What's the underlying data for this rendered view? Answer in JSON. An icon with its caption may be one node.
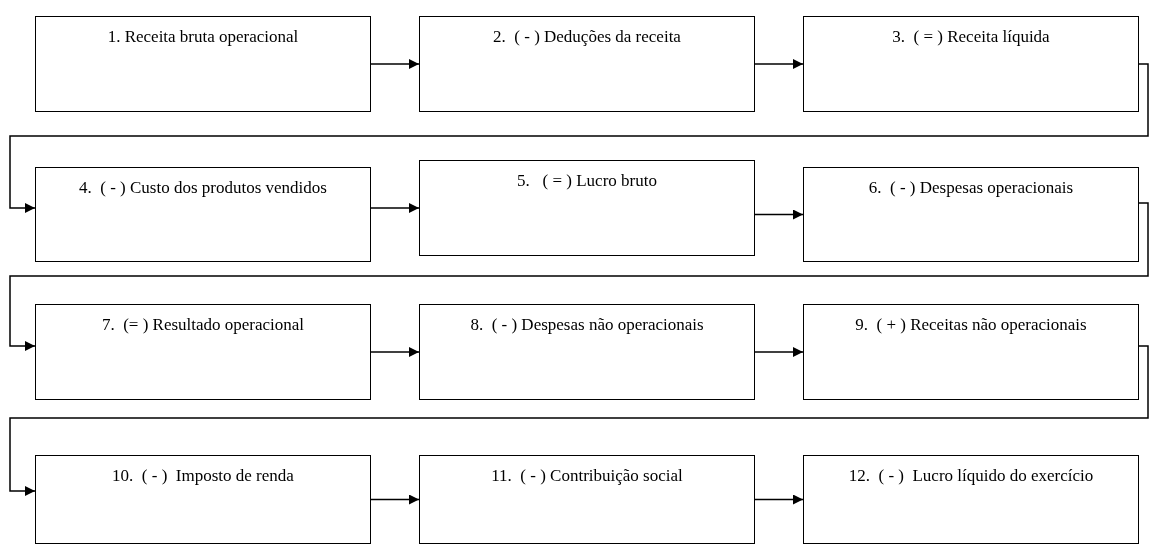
{
  "diagram": {
    "nodes": [
      {
        "text": [
          "1. Receita bruta operacional"
        ]
      },
      {
        "text": [
          "2.  ( - ) Deduções da receita"
        ]
      },
      {
        "text": [
          "3.  ( = ) Receita líquida"
        ]
      },
      {
        "text": [
          "4.  ( - ) Custo dos produtos vendidos"
        ]
      },
      {
        "text": [
          "5.   ( = ) Lucro bruto"
        ]
      },
      {
        "text": [
          "6.  ( - ) Despesas operacionais"
        ]
      },
      {
        "text": [
          "7.  (= ) Resultado operacional"
        ]
      },
      {
        "text": [
          "8.  ( - ) Despesas não operacionais"
        ]
      },
      {
        "text": [
          "9.  ( + ) Receitas não operacionais"
        ]
      },
      {
        "text": [
          "10.  ( - )  Imposto de renda"
        ]
      },
      {
        "text": [
          "11.  ( - ) Contribuição social"
        ]
      },
      {
        "text": [
          "12.  ( - )  Lucro líquido do exercício"
        ]
      }
    ],
    "edges": [
      {
        "from": 0,
        "to": 1,
        "arrow": "to"
      },
      {
        "from": 1,
        "to": 2,
        "arrow": "to"
      },
      {
        "from": 2,
        "to": 3,
        "arrow": "to"
      },
      {
        "from": 3,
        "to": 4,
        "arrow": "to"
      },
      {
        "from": 4,
        "to": 5,
        "arrow": "to"
      },
      {
        "from": 5,
        "to": 6,
        "arrow": "to"
      },
      {
        "from": 6,
        "to": 7,
        "arrow": "to"
      },
      {
        "from": 7,
        "to": 8,
        "arrow": "to"
      },
      {
        "from": 8,
        "to": 9,
        "arrow": "to"
      },
      {
        "from": 9,
        "to": 10,
        "arrow": "to"
      },
      {
        "from": 10,
        "to": 11,
        "arrow": "to"
      }
    ]
  }
}
